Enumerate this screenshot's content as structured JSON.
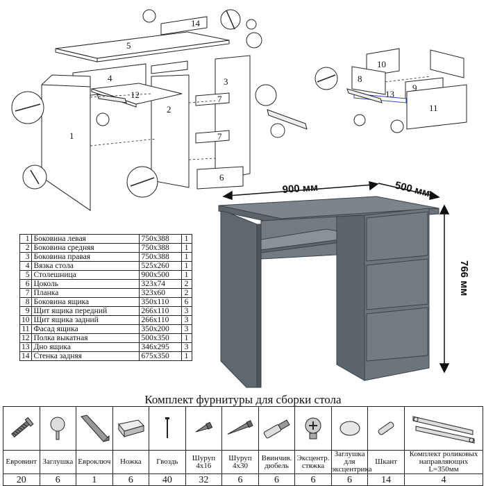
{
  "diagram": {
    "labels": {
      "p1": "1",
      "p2": "2",
      "p3": "3",
      "p4": "4",
      "p5": "5",
      "p6": "6",
      "p7a": "7",
      "p7b": "7",
      "p12": "12",
      "p14": "14",
      "d8": "8",
      "d9": "9",
      "d10": "10",
      "d11": "11",
      "d13": "13"
    },
    "dimensions": {
      "width": "900 мм",
      "depth": "500 мм",
      "height": "766 мм"
    }
  },
  "parts": [
    {
      "n": "1",
      "name": "Боковина левая",
      "size": "750x388",
      "qty": "1"
    },
    {
      "n": "2",
      "name": "Боковина средняя",
      "size": "750x388",
      "qty": "1"
    },
    {
      "n": "3",
      "name": "Боковина правая",
      "size": "750x388",
      "qty": "1"
    },
    {
      "n": "4",
      "name": "Вязка стола",
      "size": "525x260",
      "qty": "1"
    },
    {
      "n": "5",
      "name": "Столешница",
      "size": "900x500",
      "qty": "1"
    },
    {
      "n": "6",
      "name": "Цоколь",
      "size": "323x74",
      "qty": "2"
    },
    {
      "n": "7",
      "name": "Планка",
      "size": "323x60",
      "qty": "2"
    },
    {
      "n": "8",
      "name": "Боковина ящика",
      "size": "350x110",
      "qty": "6"
    },
    {
      "n": "9",
      "name": "Щит ящика передний",
      "size": "266x110",
      "qty": "3"
    },
    {
      "n": "10",
      "name": "Щит ящика задний",
      "size": "266x110",
      "qty": "3"
    },
    {
      "n": "11",
      "name": "Фасад ящика",
      "size": "350x200",
      "qty": "3"
    },
    {
      "n": "12",
      "name": "Полка выкатная",
      "size": "500x350",
      "qty": "1"
    },
    {
      "n": "13",
      "name": "Дно ящика",
      "size": "346x295",
      "qty": "3"
    },
    {
      "n": "14",
      "name": "Стенка задняя",
      "size": "675x350",
      "qty": "1"
    }
  ],
  "fittings": {
    "title": "Комплект фурнитуры для сборки стола",
    "items": [
      {
        "icon": "eurovint-screw-icon",
        "name": "Евровинт",
        "qty": "20"
      },
      {
        "icon": "cap-icon",
        "name": "Заглушка",
        "qty": "6"
      },
      {
        "icon": "hex-key-icon",
        "name": "Евроключ",
        "qty": "1"
      },
      {
        "icon": "foot-icon",
        "name": "Ножка",
        "qty": "6"
      },
      {
        "icon": "nail-icon",
        "name": "Гвоздь",
        "qty": "40"
      },
      {
        "icon": "screw-4x16-icon",
        "name": "Шуруп 4х16",
        "qty": "32"
      },
      {
        "icon": "screw-4x30-icon",
        "name": "Шуруп 4х30",
        "qty": "6"
      },
      {
        "icon": "dowel-icon",
        "name": "Ввинчив. дюбель",
        "qty": "6"
      },
      {
        "icon": "eccentric-icon",
        "name": "Эксцентр. стяжка",
        "qty": "6"
      },
      {
        "icon": "eccentric-cap-icon",
        "name": "Заглушка для эксцентрика",
        "qty": "6"
      },
      {
        "icon": "shkant-icon",
        "name": "Шкант",
        "qty": "14"
      },
      {
        "icon": "roller-guides-icon",
        "name": "Комплект роликовых направляющих L=350мм",
        "qty": "4"
      }
    ]
  }
}
